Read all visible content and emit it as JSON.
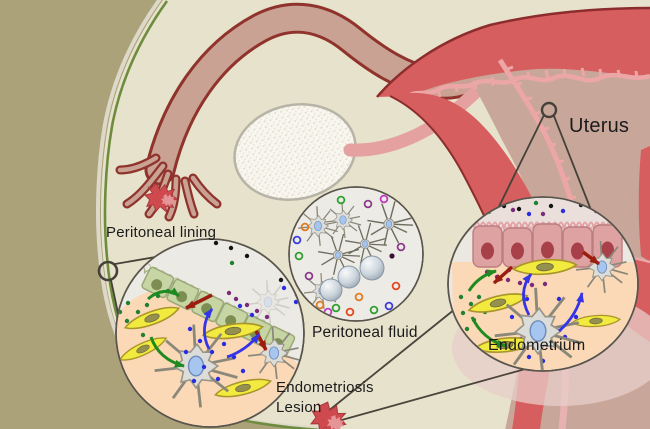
{
  "figure": {
    "title": "Endometriosis overview illustration",
    "labels": {
      "uterus": "Uterus",
      "peritoneal_lining": "Peritoneal lining",
      "peritoneal_fluid": "Peritoneal fluid",
      "endometriosis_line1": "Endometriosis",
      "endometriosis_line2": "Lesion",
      "endometrium": "Endometrium"
    },
    "insets": [
      {
        "id": "endometriosis-lesion",
        "caption": "Endometriosis Lesion",
        "pointer_label": "Peritoneal lining",
        "depicts": [
          "mesothelial-cell-row",
          "stromal-fibroblasts",
          "dendritic-cell",
          "immune-star-cell",
          "cytokine-dots",
          "signaling-arrows"
        ]
      },
      {
        "id": "peritoneal-fluid",
        "caption": "Peritoneal fluid",
        "depicts": [
          "dendritic-cells",
          "lymphocyte-spheres",
          "cytokine-rings"
        ]
      },
      {
        "id": "endometrium",
        "caption": "Endometrium",
        "depicts": [
          "columnar-epithelium-row",
          "stromal-fibroblasts",
          "dendritic-cell",
          "immune-star-cell",
          "cytokine-dots",
          "signaling-arrows"
        ]
      }
    ],
    "colors": {
      "background": "#e7e2cb",
      "body_wall": "#aba27a",
      "peritoneum_line_green": "#6e8c3e",
      "tube_fill": "#c9a294",
      "tube_outline": "#8f332c",
      "uterus_red": "#d75e5e",
      "uterus_outline": "#8c2d2d",
      "myometrium_tan": "#c8a79a",
      "endometrium_fringe_pink": "#eda6a6",
      "ovary_white": "#f8f6ef",
      "lesion_red": "#ce4a4e",
      "inset_background": "#eceae5",
      "stroma_peach": "#fbd8b6",
      "mesothelial_green": "#c7d5a5",
      "epithelium_pink": "#dfa2a2",
      "fibroblast_yellow": "#f2ea3e",
      "immune_cell_gray": "#dcdcd8",
      "nucleus_blue": "#a6c6ef",
      "dot_green": "#1e8231",
      "dot_blue": "#2a2ce0",
      "dot_purple": "#7a2a78",
      "dot_black": "#141414",
      "arrow_red": "#9a1d0f",
      "arrow_green": "#1f8a1f",
      "arrow_blue": "#3535e8"
    }
  }
}
